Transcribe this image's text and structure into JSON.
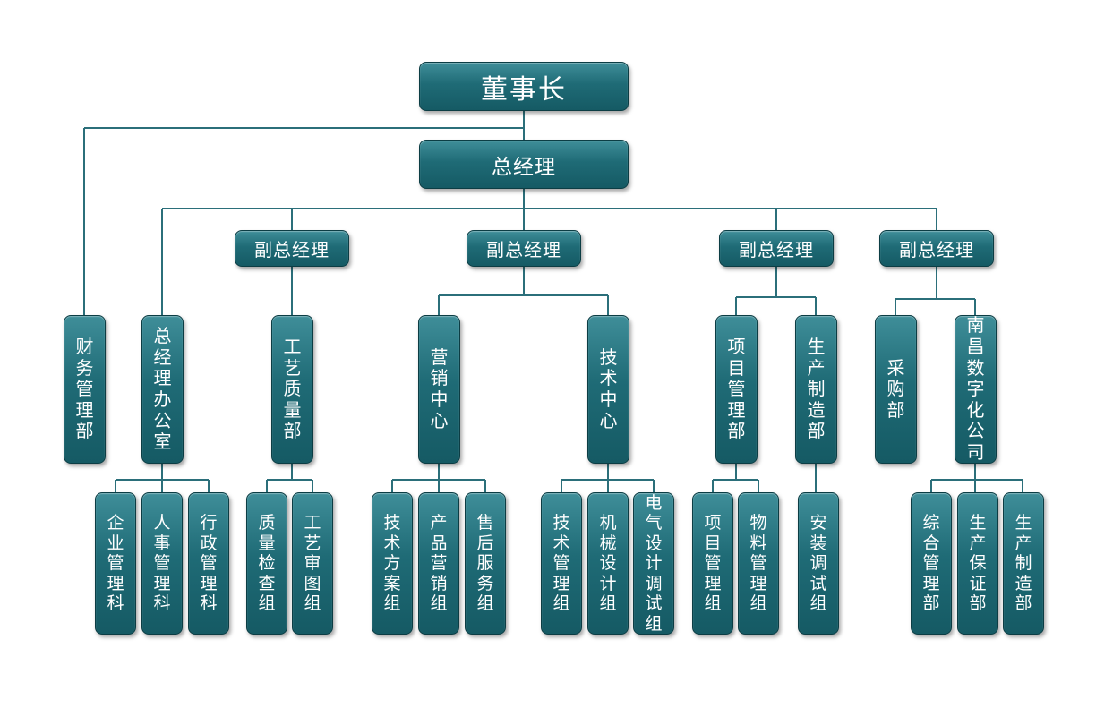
{
  "chairman": "董事长",
  "general_manager": "总经理",
  "vice_gm_1": "副总经理",
  "vice_gm_2": "副总经理",
  "vice_gm_3": "副总经理",
  "vice_gm_4": "副总经理",
  "departments": {
    "finance": "财务管理部",
    "gm_office": "总经理办公室",
    "process_quality": "工艺质量部",
    "marketing_center": "营销中心",
    "tech_center": "技术中心",
    "project_mgmt": "项目管理部",
    "production": "生产制造部",
    "purchasing": "采购部",
    "nanchang_digital": "南昌数字化公司"
  },
  "teams": {
    "enterprise_mgmt": "企业管理科",
    "hr_mgmt": "人事管理科",
    "admin_mgmt": "行政管理科",
    "quality_inspection": "质量检查组",
    "process_review": "工艺审图组",
    "tech_solution": "技术方案组",
    "product_marketing": "产品营销组",
    "after_sales": "售后服务组",
    "tech_mgmt": "技术管理组",
    "mech_design": "机械设计组",
    "elec_design": "电气设计调试组",
    "project_mgmt_team": "项目管理组",
    "material_mgmt": "物料管理组",
    "install_debug": "安装调试组",
    "general_mgmt": "综合管理部",
    "production_assurance": "生产保证部",
    "production_mfg": "生产制造部"
  }
}
